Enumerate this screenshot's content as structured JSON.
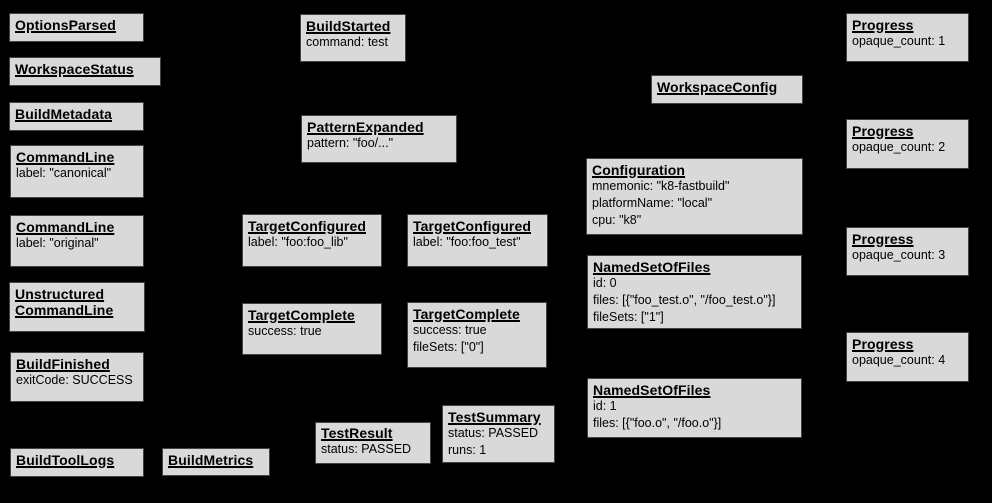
{
  "colors": {
    "background": "#000000",
    "box_fill": "#d9d9d9",
    "box_border": "#434343",
    "text": "#000000"
  },
  "boxes": [
    {
      "name": "options-parsed",
      "title": "OptionsParsed",
      "lines": []
    },
    {
      "name": "workspace-status",
      "title": "WorkspaceStatus",
      "lines": []
    },
    {
      "name": "build-metadata",
      "title": "BuildMetadata",
      "lines": []
    },
    {
      "name": "command-line-canonical",
      "title": "CommandLine",
      "lines": [
        "label: \"canonical\""
      ]
    },
    {
      "name": "command-line-original",
      "title": "CommandLine",
      "lines": [
        "label: \"original\""
      ]
    },
    {
      "name": "unstructured-command-line",
      "title": "Unstructured CommandLine",
      "lines": []
    },
    {
      "name": "build-finished",
      "title": "BuildFinished",
      "lines": [
        "exitCode: SUCCESS"
      ]
    },
    {
      "name": "build-tool-logs",
      "title": "BuildToolLogs",
      "lines": []
    },
    {
      "name": "build-metrics",
      "title": "BuildMetrics",
      "lines": []
    },
    {
      "name": "build-started",
      "title": "BuildStarted",
      "lines": [
        "command: test"
      ]
    },
    {
      "name": "pattern-expanded",
      "title": "PatternExpanded",
      "lines": [
        "pattern: \"foo/...\""
      ]
    },
    {
      "name": "target-configured-foo-lib",
      "title": "TargetConfigured",
      "lines": [
        "label: \"foo:foo_lib\""
      ]
    },
    {
      "name": "target-configured-foo-test",
      "title": "TargetConfigured",
      "lines": [
        "label: \"foo:foo_test\""
      ]
    },
    {
      "name": "target-complete-lib",
      "title": "TargetComplete",
      "lines": [
        "success: true"
      ]
    },
    {
      "name": "target-complete-test",
      "title": "TargetComplete",
      "lines": [
        "success: true",
        "fileSets: [\"0\"]"
      ]
    },
    {
      "name": "test-result",
      "title": "TestResult",
      "lines": [
        "status: PASSED"
      ]
    },
    {
      "name": "test-summary",
      "title": "TestSummary",
      "lines": [
        "status: PASSED",
        "runs: 1"
      ]
    },
    {
      "name": "workspace-config",
      "title": "WorkspaceConfig",
      "lines": []
    },
    {
      "name": "configuration",
      "title": "Configuration",
      "lines": [
        "mnemonic: \"k8-fastbuild\"",
        "platformName: \"local\"",
        "cpu: \"k8\""
      ]
    },
    {
      "name": "named-set-of-files-0",
      "title": "NamedSetOfFiles",
      "lines": [
        "id: 0",
        "files: [{\"foo_test.o\", \"/foo_test.o\"}]",
        "fileSets: [\"1\"]"
      ]
    },
    {
      "name": "named-set-of-files-1",
      "title": "NamedSetOfFiles",
      "lines": [
        "id: 1",
        "files: [{\"foo.o\", \"/foo.o\"}]"
      ]
    },
    {
      "name": "progress-1",
      "title": "Progress",
      "lines": [
        "opaque_count: 1"
      ]
    },
    {
      "name": "progress-2",
      "title": "Progress",
      "lines": [
        "opaque_count: 2"
      ]
    },
    {
      "name": "progress-3",
      "title": "Progress",
      "lines": [
        "opaque_count: 3"
      ]
    },
    {
      "name": "progress-4",
      "title": "Progress",
      "lines": [
        "opaque_count: 4"
      ]
    }
  ]
}
